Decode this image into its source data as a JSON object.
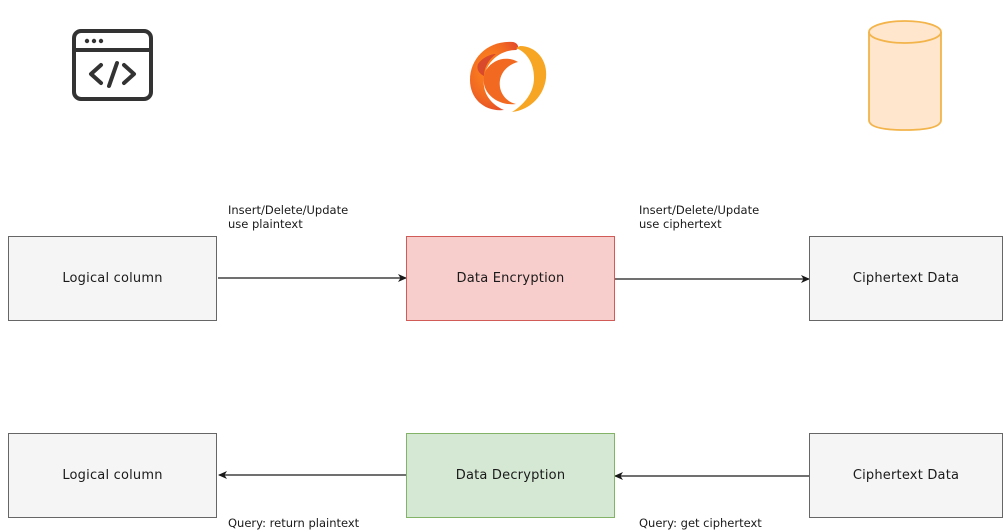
{
  "top_row": {
    "encryption_labels": {
      "left_line1": "Insert/Delete/Update",
      "left_line2": "use plaintext",
      "right_line1": "Insert/Delete/Update",
      "right_line2": "use ciphertext"
    },
    "boxes": {
      "logical_column": "Logical column",
      "encryption": "Data Encryption",
      "ciphertext": "Ciphertext Data"
    }
  },
  "bottom_row": {
    "boxes": {
      "logical_column": "Logical column",
      "decryption": "Data Decryption",
      "ciphertext": "Ciphertext Data"
    },
    "query_labels": {
      "left": "Query: return plaintext",
      "right": "Query: get ciphertext"
    }
  },
  "icons": [
    "code-window-icon",
    "shardingsphere-logo-icon",
    "database-cylinder-icon"
  ],
  "colors": {
    "neutral_fill": "#f5f5f5",
    "neutral_border": "#666666",
    "encryption_fill": "#f8cecc",
    "encryption_border": "#d05b57",
    "decryption_fill": "#d5e8d4",
    "decryption_border": "#82b366",
    "database_fill": "#ffe6cc",
    "database_border": "#f2b44b",
    "logo_orange": "#f26a21",
    "logo_yellow": "#f7a623"
  }
}
